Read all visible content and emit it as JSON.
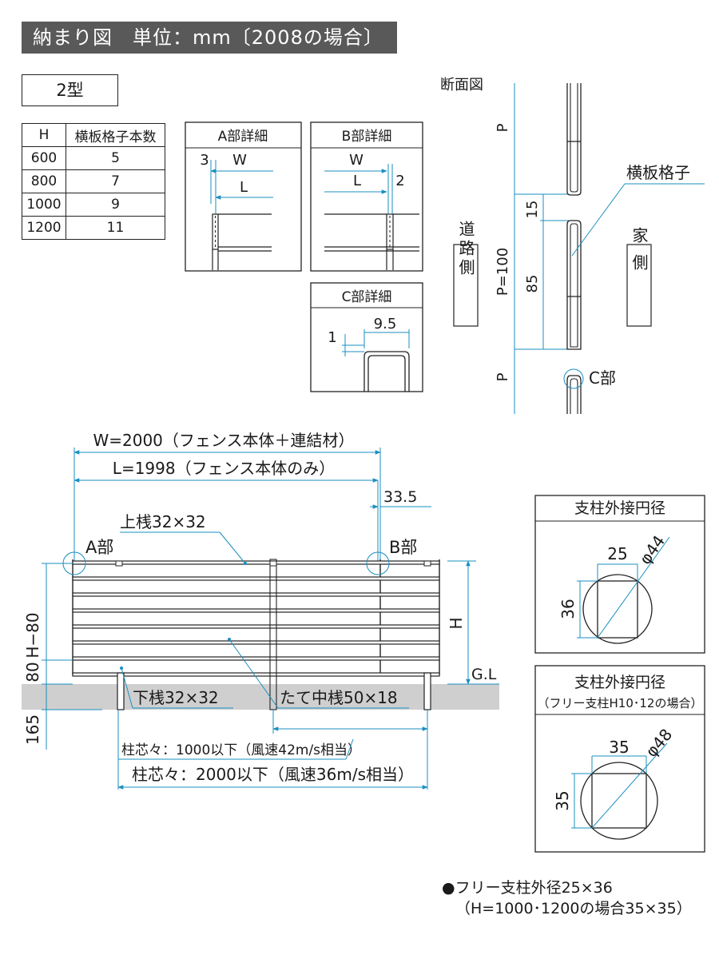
{
  "header": {
    "title": "納まり図　単位：mm〔2008の場合〕"
  },
  "type_label": "2型",
  "height_table": {
    "headers": [
      "H",
      "横板格子本数"
    ],
    "rows": [
      [
        "600",
        "5"
      ],
      [
        "800",
        "7"
      ],
      [
        "1000",
        "9"
      ],
      [
        "1200",
        "11"
      ]
    ]
  },
  "detail_a": {
    "title": "A部詳細",
    "w": "W",
    "l": "L",
    "gap": "3"
  },
  "detail_b": {
    "title": "B部詳細",
    "w": "W",
    "l": "L",
    "gap": "2"
  },
  "detail_c": {
    "title": "C部詳細",
    "width": "9.5",
    "gap": "1"
  },
  "section": {
    "title": "断面図",
    "p": "P",
    "p100": "P=100",
    "d15": "15",
    "d85": "85",
    "slat_label": "横板格子",
    "road_side": "道路側",
    "house_side": "家側",
    "c_part": "C部"
  },
  "elevation": {
    "w_label": "W=2000（フェンス本体＋連結材）",
    "l_label": "L=1998（フェンス本体のみ）",
    "d335": "33.5",
    "top_rail": "上桟32×32",
    "a_part": "A部",
    "b_part": "B部",
    "h_minus": "H−80",
    "d80": "80",
    "d165": "165",
    "h": "H",
    "gl": "G.L",
    "bottom_rail": "下桟32×32",
    "mid_post": "たて中桟50×18",
    "pitch1": "柱芯々：1000以下（風速42m/s相当）",
    "pitch2": "柱芯々：2000以下（風速36m/s相当）"
  },
  "circle1": {
    "title": "支柱外接円径",
    "w": "25",
    "h": "36",
    "d": "φ44"
  },
  "circle2": {
    "title": "支柱外接円径",
    "subtitle": "（フリー支柱H10･12の場合）",
    "w": "35",
    "h": "35",
    "d": "φ48"
  },
  "footnote": {
    "line1": "●フリー支柱外径25×36",
    "line2": "（H=1000･1200の場合35×35）"
  },
  "colors": {
    "dim": "#1a8fc0",
    "line": "#222222",
    "ground": "#cfcfcf",
    "header_bg": "#595959"
  }
}
